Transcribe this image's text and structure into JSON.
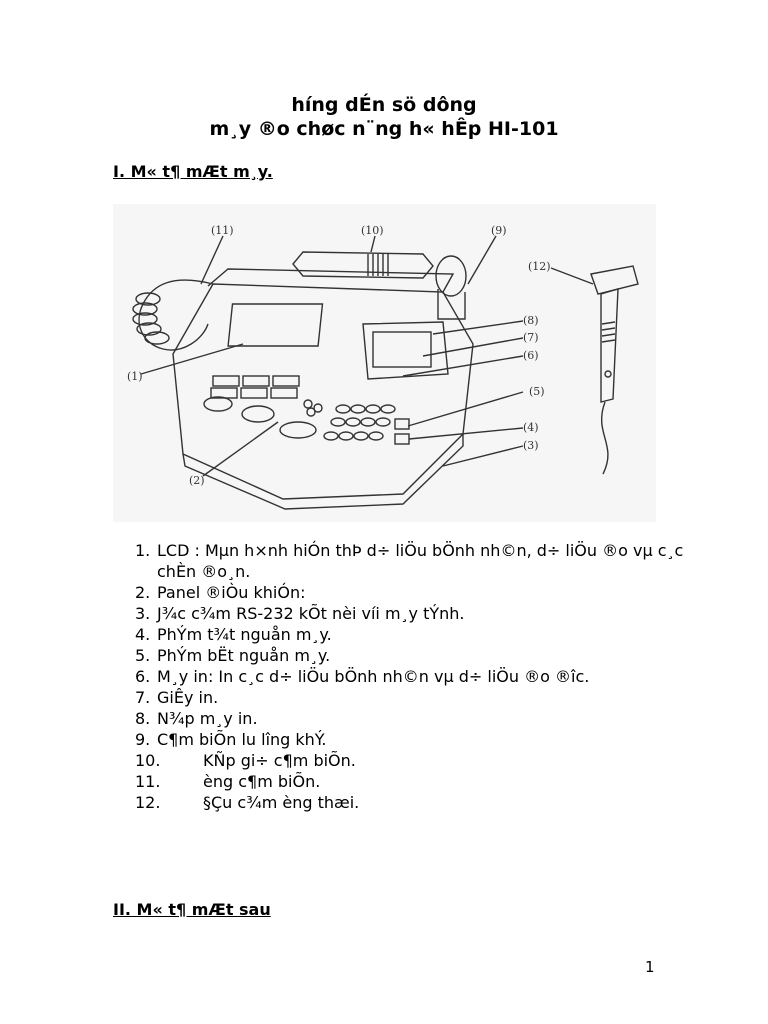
{
  "document": {
    "title_line1": "híng dÉn sö dông",
    "title_line2": "m¸y ®o chøc n¨ng h« hÊp HI-101",
    "section1_heading": "I. M« t¶ mÆt m¸y.",
    "section2_heading": "II. M« t¶ mÆt sau",
    "page_number": "1"
  },
  "figure": {
    "callouts": [
      "(1)",
      "(2)",
      "(3)",
      "(4)",
      "(5)",
      "(6)",
      "(7)",
      "(8)",
      "(9)",
      "(10)",
      "(11)",
      "(12)"
    ]
  },
  "parts_list": [
    {
      "num": "1.",
      "text": "LCD : Mµn h×nh hiÓn thÞ d÷ liÖu bÖnh nh©n, d÷ liÖu ®o vµ c¸c chÈn ®o¸n."
    },
    {
      "num": "2.",
      "text": "Panel ®iÒu khiÓn:"
    },
    {
      "num": "3.",
      "text": "J¾c c¾m RS-232 kÕt nèi víi m¸y tÝnh."
    },
    {
      "num": "4.",
      "text": "PhÝm t¾t nguån m¸y."
    },
    {
      "num": "5.",
      "text": "PhÝm bËt nguån m¸y."
    },
    {
      "num": "6.",
      "text": "M¸y in: In c¸c d÷ liÖu bÖnh nh©n vµ d÷ liÖu ®o ®îc."
    },
    {
      "num": "7.",
      "text": "GiÊy in."
    },
    {
      "num": "8.",
      "text": "N¾p m¸y in."
    },
    {
      "num": "9.",
      "text": "C¶m biÕn lu lîng khÝ."
    },
    {
      "num": "10.",
      "text": "KÑp gi÷ c¶m biÕn."
    },
    {
      "num": "11.",
      "text": "èng c¶m biÕn."
    },
    {
      "num": "12.",
      "text": "§Çu c¾m èng thæi."
    }
  ]
}
